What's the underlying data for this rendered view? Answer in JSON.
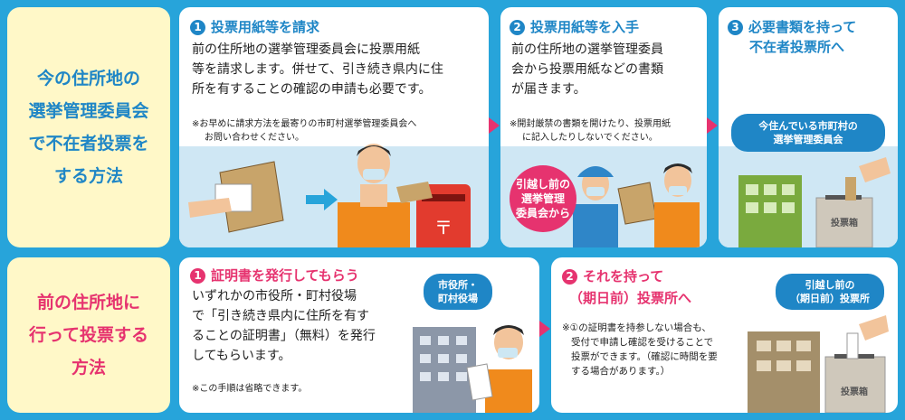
{
  "labels": {
    "current": [
      "今の住所地の",
      "選挙管理委員会",
      "で不在者投票を",
      "する方法"
    ],
    "former": [
      "前の住所地に",
      "行って投票する",
      "方法"
    ]
  },
  "current_steps": [
    {
      "num": "1",
      "title": "投票用紙等を請求",
      "body": [
        "前の住所地の選挙管理委員会に投票用紙",
        "等を請求します。併せて、引き続き県内に住",
        "所を有することの確認の申請も必要です。"
      ],
      "note": [
        "※お早めに請求方法を最寄りの市町村選挙管理委員会へ",
        "お問い合わせください。"
      ]
    },
    {
      "num": "2",
      "title": "投票用紙等を入手",
      "body": [
        "前の住所地の選挙管理委員",
        "会から投票用紙などの書類",
        "が届きます。"
      ],
      "note": [
        "※開封厳禁の書類を開けたり、投票用紙",
        "に記入したりしないでください。"
      ],
      "circle": [
        "引越し前の",
        "選挙管理",
        "委員会から"
      ]
    },
    {
      "num": "3",
      "title": [
        "必要書類を持って",
        "不在者投票所へ"
      ],
      "badge": [
        "今住んでいる市町村の",
        "選挙管理委員会"
      ],
      "box_label": "投票箱"
    }
  ],
  "former_steps": [
    {
      "num": "1",
      "title": "証明書を発行してもらう",
      "body": [
        "いずれかの市役所・町村役場",
        "で「引き続き県内に住所を有す",
        "ることの証明書」（無料）を発行",
        "してもらいます。"
      ],
      "note": "※この手順は省略できます。",
      "badge": [
        "市役所・",
        "町村役場"
      ]
    },
    {
      "num": "2",
      "title": [
        "それを持って",
        "（期日前）投票所へ"
      ],
      "note": [
        "※①の証明書を持参しない場合も、",
        "受付で申請し確認を受けることで",
        "投票ができます。（確認に時間を要",
        "する場合があります。）"
      ],
      "badge": [
        "引越し前の",
        "（期日前）投票所"
      ],
      "box_label": "投票箱"
    }
  ],
  "colors": {
    "blue": "#1f86c6",
    "pink": "#e6336f",
    "cream": "#fff8c8",
    "sky": "#27a4da"
  }
}
